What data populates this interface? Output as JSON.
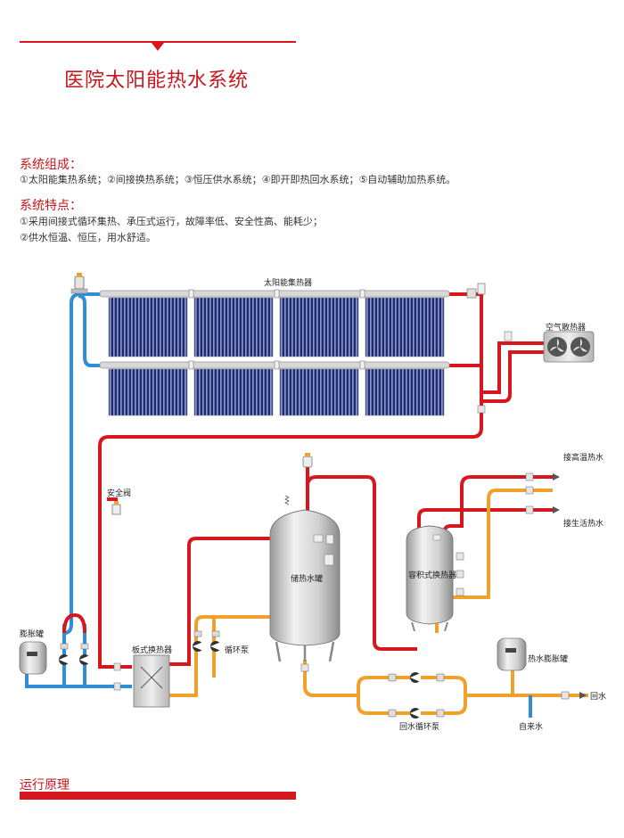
{
  "page": {
    "title": "医院太阳能热水系统",
    "footer_title": "运行原理"
  },
  "composition": {
    "heading": "系统组成：",
    "line": "①太阳能集热系统；②间接换热系统；③恒压供水系统；④即开即热回水系统；⑤自动辅助加热系统。"
  },
  "features": {
    "heading": "系统特点：",
    "lines": [
      "①采用间接式循环集热、承压式运行，故障率低、安全性高、能耗少；",
      "②供水恒温、恒压，用水舒适。"
    ]
  },
  "diagram": {
    "labels": {
      "collector": "太阳能集热器",
      "air_cooler": "空气散热器",
      "safety_valve": "安全阀",
      "expansion_tank": "膨胀罐",
      "plate_exchanger": "板式换热器",
      "circ_pump": "循环泵",
      "storage_tank": "储热水罐",
      "volumetric_exchanger": "容积式换热器",
      "high_temp_water": "接高温热水",
      "domestic_water": "接生活热水",
      "hot_expansion_tank": "热水膨胀罐",
      "return_pump": "回水循环泵",
      "tap_water": "自来水",
      "return_water": "回水"
    },
    "colors": {
      "hot": "#d7171e",
      "cold": "#2f8fd6",
      "warm": "#f0a12b",
      "accent": "#c8161d",
      "collector_tube": "#1b2a78"
    }
  }
}
